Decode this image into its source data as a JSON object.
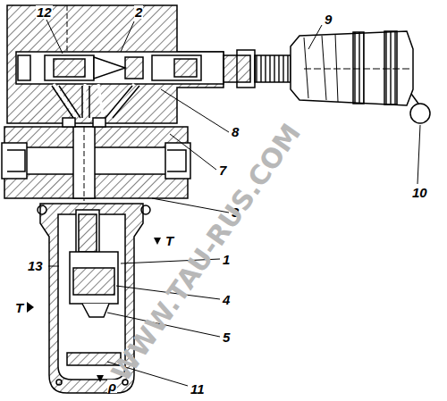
{
  "diagram": {
    "labels": [
      "12",
      "2",
      "9",
      "8",
      "10",
      "7",
      "3",
      "1",
      "T",
      "13",
      "4",
      "T",
      "5",
      "11",
      "ρ",
      "WWW.TAU-RUS.COM"
    ]
  }
}
